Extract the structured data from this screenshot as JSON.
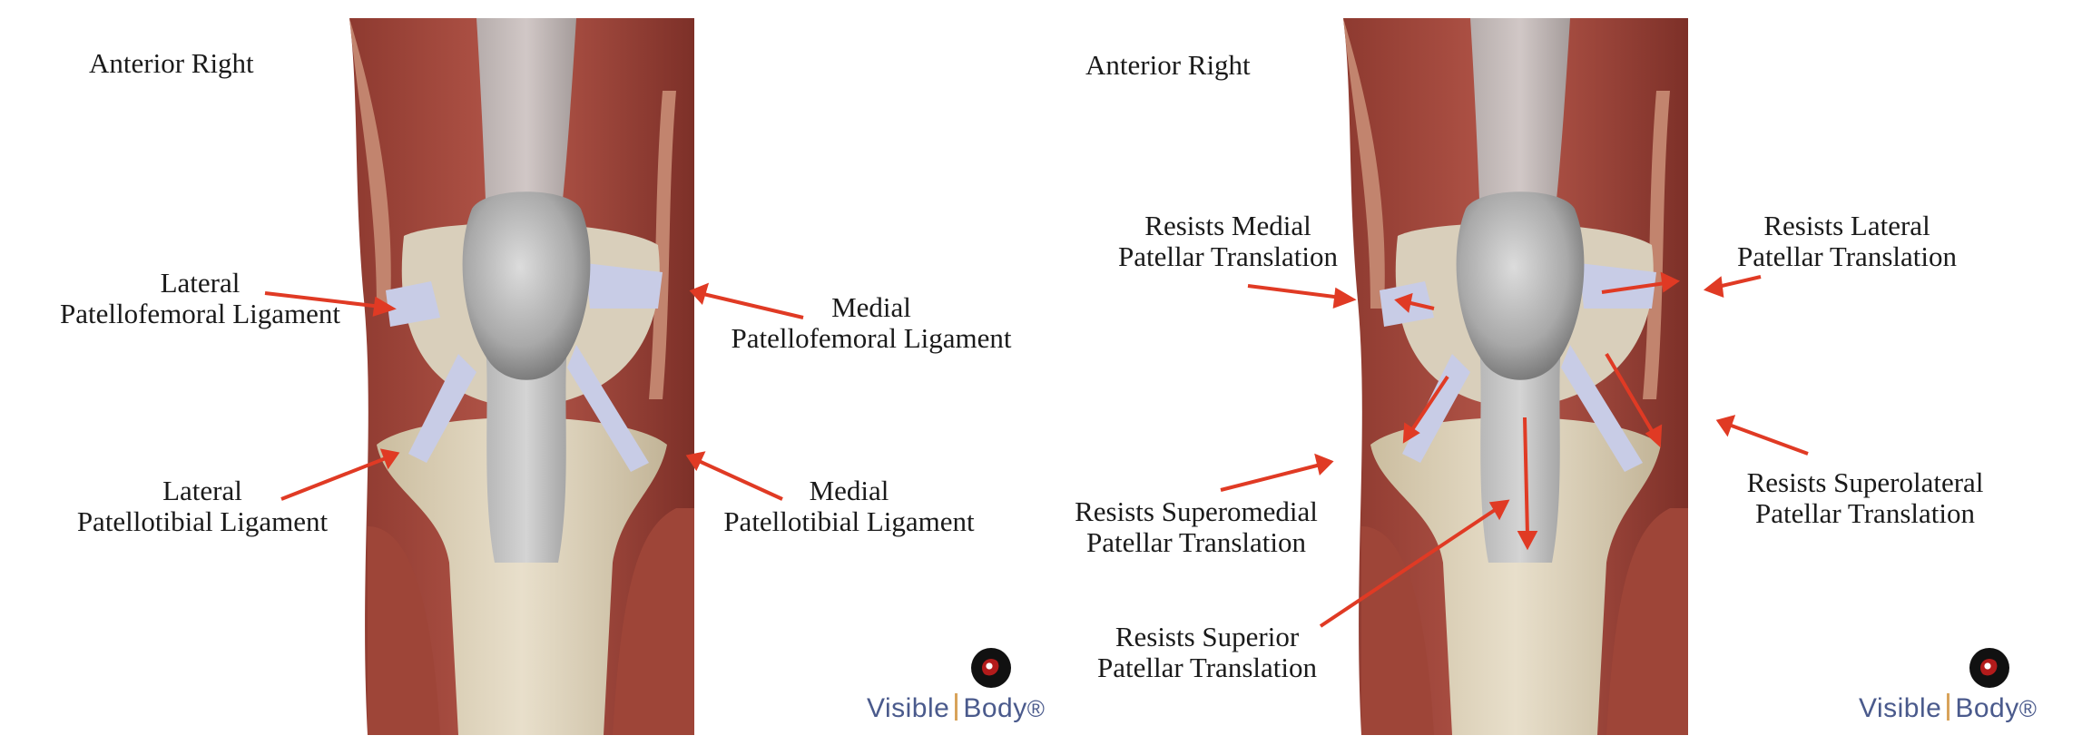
{
  "left_panel": {
    "view_label": "Anterior Right",
    "labels": {
      "lateral_pfl": [
        "Lateral",
        "Patellofemoral Ligament"
      ],
      "medial_pfl": [
        "Medial",
        "Patellofemoral Ligament"
      ],
      "lateral_ptl": [
        "Lateral",
        "Patellotibial Ligament"
      ],
      "medial_ptl": [
        "Medial",
        "Patellotibial Ligament"
      ]
    },
    "brand": {
      "word1": "Visible",
      "word2": "Body",
      "mark": "®"
    }
  },
  "right_panel": {
    "view_label": "Anterior Right",
    "labels": {
      "medial": [
        "Resists Medial",
        "Patellar Translation"
      ],
      "lateral": [
        "Resists Lateral",
        "Patellar Translation"
      ],
      "superomedial": [
        "Resists Superomedial",
        "Patellar Translation"
      ],
      "superolateral": [
        "Resists Superolateral",
        "Patellar Translation"
      ],
      "superior": [
        "Resists Superior",
        "Patellar Translation"
      ]
    },
    "brand": {
      "word1": "Visible",
      "word2": "Body",
      "mark": "®"
    }
  },
  "colors": {
    "arrow": "#e03a24",
    "muscle": "#a94a3d",
    "bone": "#d9cdb4",
    "patella": "#b9b9b9",
    "ligament": "#c8cce6",
    "brand": "#4a5a8c"
  },
  "icons": [
    "knee-anatomy-illustration",
    "visible-body-logo-icon"
  ]
}
